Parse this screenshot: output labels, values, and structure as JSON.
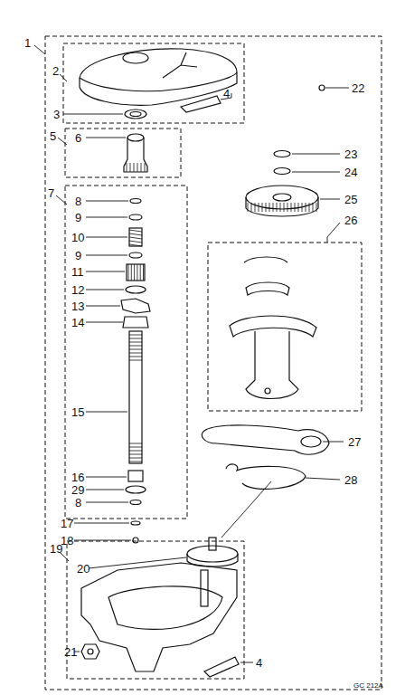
{
  "diagram": {
    "labels": [
      "1",
      "2",
      "3",
      "4",
      "22",
      "5",
      "6",
      "7",
      "8",
      "9",
      "10",
      "9",
      "11",
      "12",
      "13",
      "14",
      "15",
      "16",
      "29",
      "8",
      "17",
      "18",
      "19",
      "20",
      "21",
      "4",
      "23",
      "24",
      "25",
      "26",
      "27",
      "28",
      "GC 212A"
    ]
  }
}
